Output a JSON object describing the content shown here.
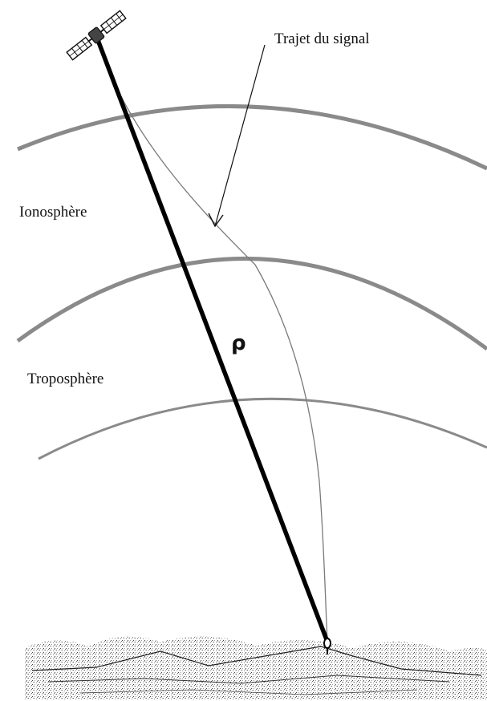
{
  "labels": {
    "signal_path": "Trajet du signal",
    "ionosphere": "Ionosphère",
    "troposphere": "Troposphère",
    "range_symbol": "ρ"
  },
  "icons": {
    "satellite": "satellite-icon",
    "receiver": "receiver-antenna-icon",
    "terrain": "terrain-icon"
  },
  "colors": {
    "layer_boundary": "#8a8a8a",
    "direct_range": "#000000",
    "signal_path": "#7a7a7a",
    "text": "#111111",
    "background": "#ffffff"
  }
}
